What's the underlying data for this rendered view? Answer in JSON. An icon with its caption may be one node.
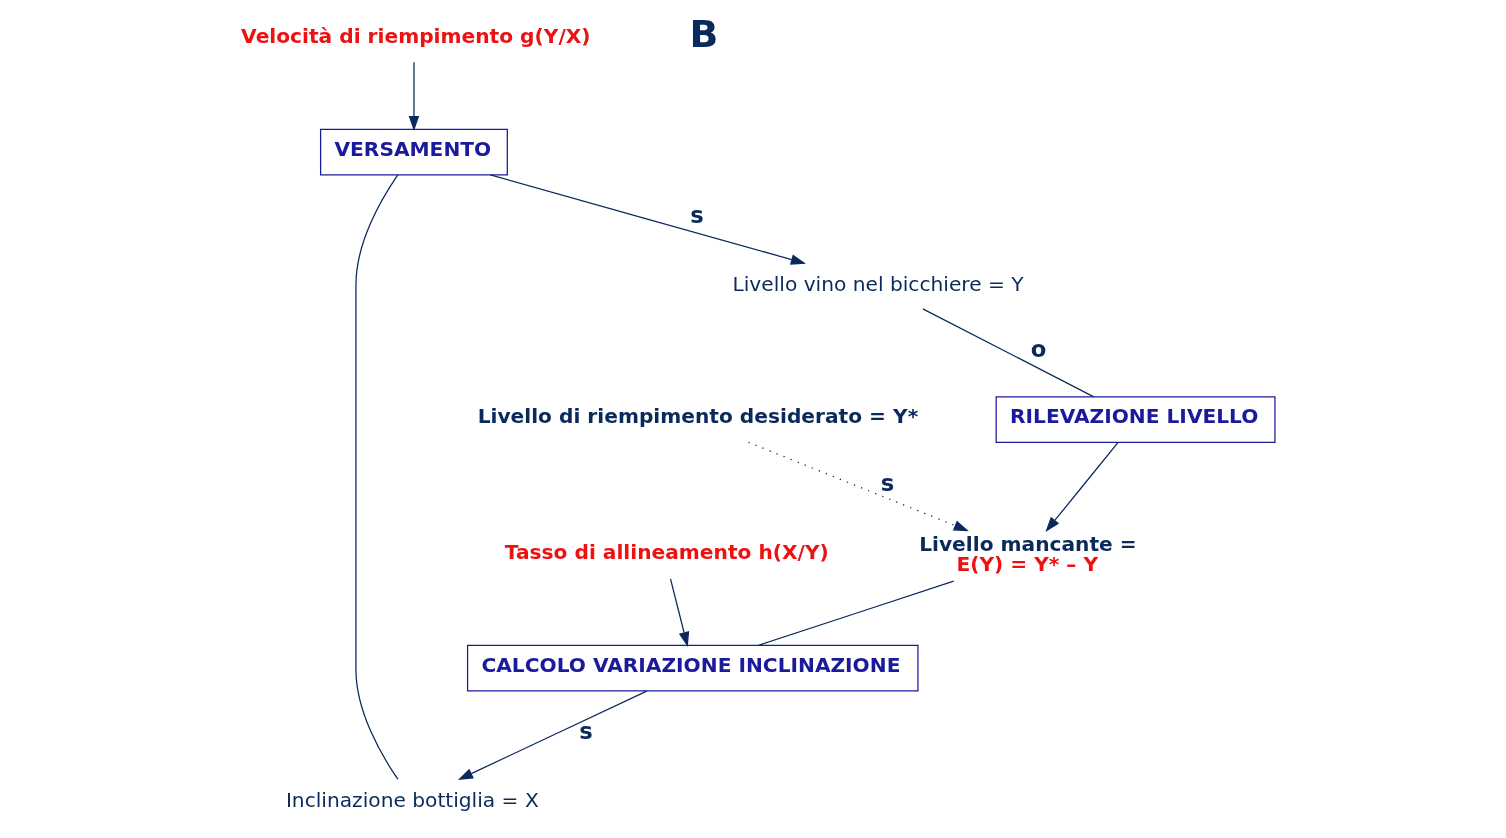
{
  "diagram": {
    "nodes": [
      {
        "text": [
          "Velocità di riempimento g(Y/X)"
        ]
      },
      {
        "text": [
          "VERSAMENTO"
        ]
      },
      {
        "text": [
          "Inclinazione bottiglia = X"
        ]
      },
      {
        "text": [
          "Livello vino nel bicchiere = Y"
        ]
      },
      {
        "text": [
          "RILEVAZIONE LIVELLO"
        ]
      },
      {
        "text": [
          "Livello mancante =",
          "E(Y) = Y* – Y"
        ]
      },
      {
        "text": [
          "CALCOLO VARIAZIONE INCLINAZIONE"
        ]
      },
      {
        "text": [
          "Tasso di allineamento h(X/Y)"
        ]
      },
      {
        "text": [
          "Livello di riempimento desiderato = Y*"
        ]
      }
    ],
    "edges": [
      {
        "from": 0,
        "to": 1,
        "arrow": "to"
      },
      {
        "from": 2,
        "to": 1,
        "arrow": "none"
      },
      {
        "from": 1,
        "to": 3,
        "arrow": "to",
        "label": "s"
      },
      {
        "from": 3,
        "to": 4,
        "arrow": "none",
        "label": "o"
      },
      {
        "from": 4,
        "to": 5,
        "arrow": "to"
      },
      {
        "from": 8,
        "to": 5,
        "arrow": "to",
        "label": "s",
        "style": "dashed"
      },
      {
        "from": 5,
        "to": 6,
        "arrow": "none"
      },
      {
        "from": 6,
        "to": 2,
        "arrow": "to",
        "label": "s"
      },
      {
        "from": 7,
        "to": 6,
        "arrow": "to"
      }
    ],
    "labels": [
      "B"
    ]
  }
}
